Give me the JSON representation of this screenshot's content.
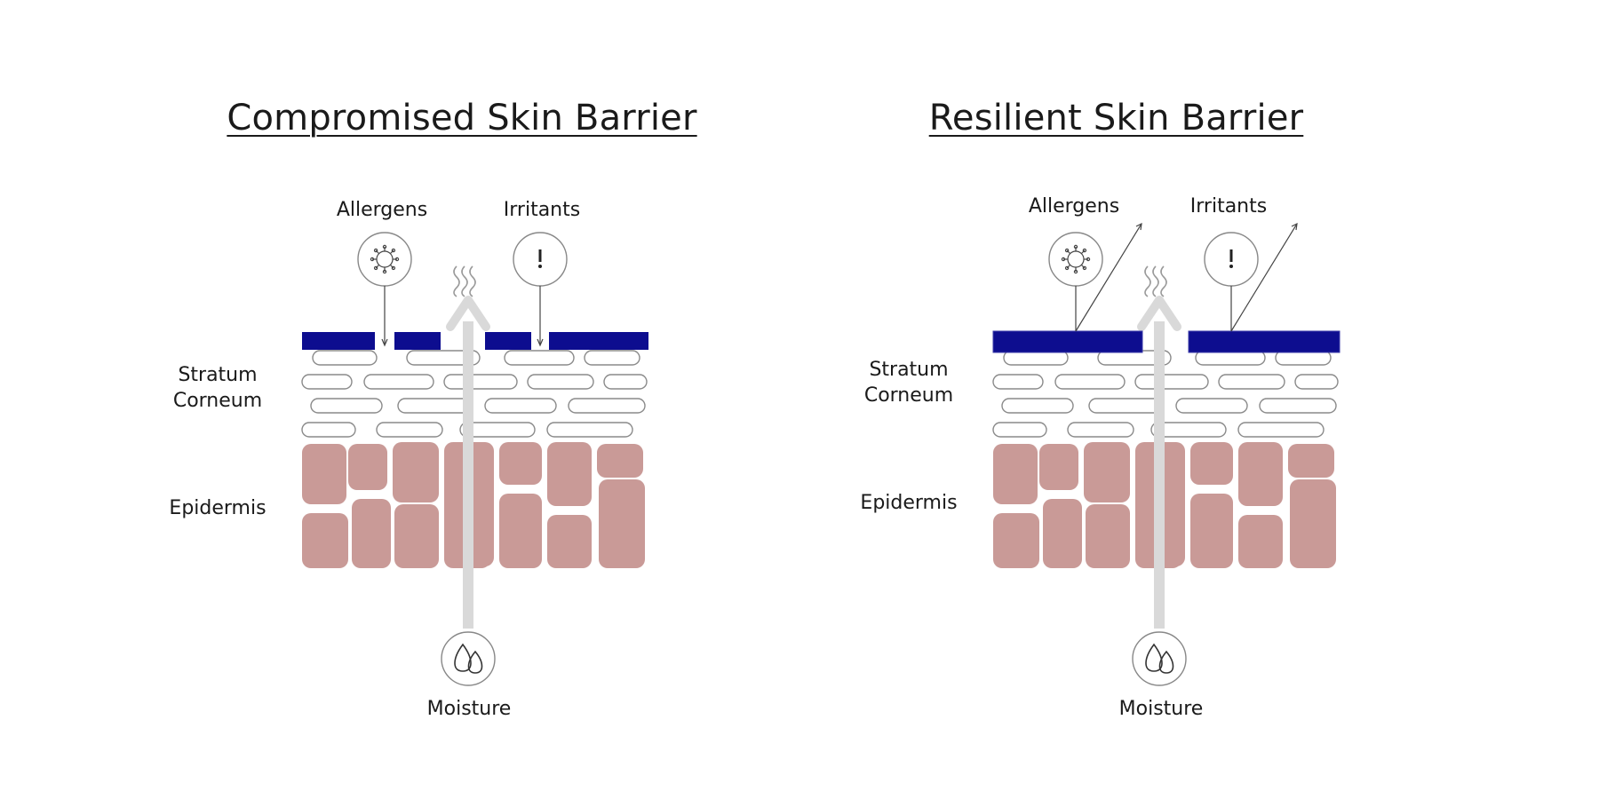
{
  "panels": [
    {
      "title": "Compromised Skin Barrier",
      "allergens_label": "Allergens",
      "irritants_label": "Irritants",
      "stratum_label": "Stratum\nCorneum",
      "epidermis_label": "Epidermis",
      "moisture_label": "Moisture",
      "barrier_state": "broken"
    },
    {
      "title": "Resilient Skin Barrier",
      "allergens_label": "Allergens",
      "irritants_label": "Irritants",
      "stratum_label": "Stratum\nCorneum",
      "epidermis_label": "Epidermis",
      "moisture_label": "Moisture",
      "barrier_state": "intact"
    }
  ],
  "colors": {
    "barrier": "#0d0d8f",
    "cells": "#c99a97",
    "corneum_outline": "#8a8a8a",
    "moisture_arrow": "#d9d9d9"
  },
  "icons": {
    "allergen": "virus-icon",
    "irritant": "exclamation-icon",
    "moisture": "water-drops-icon",
    "vapor": "vapor-waves-icon"
  }
}
